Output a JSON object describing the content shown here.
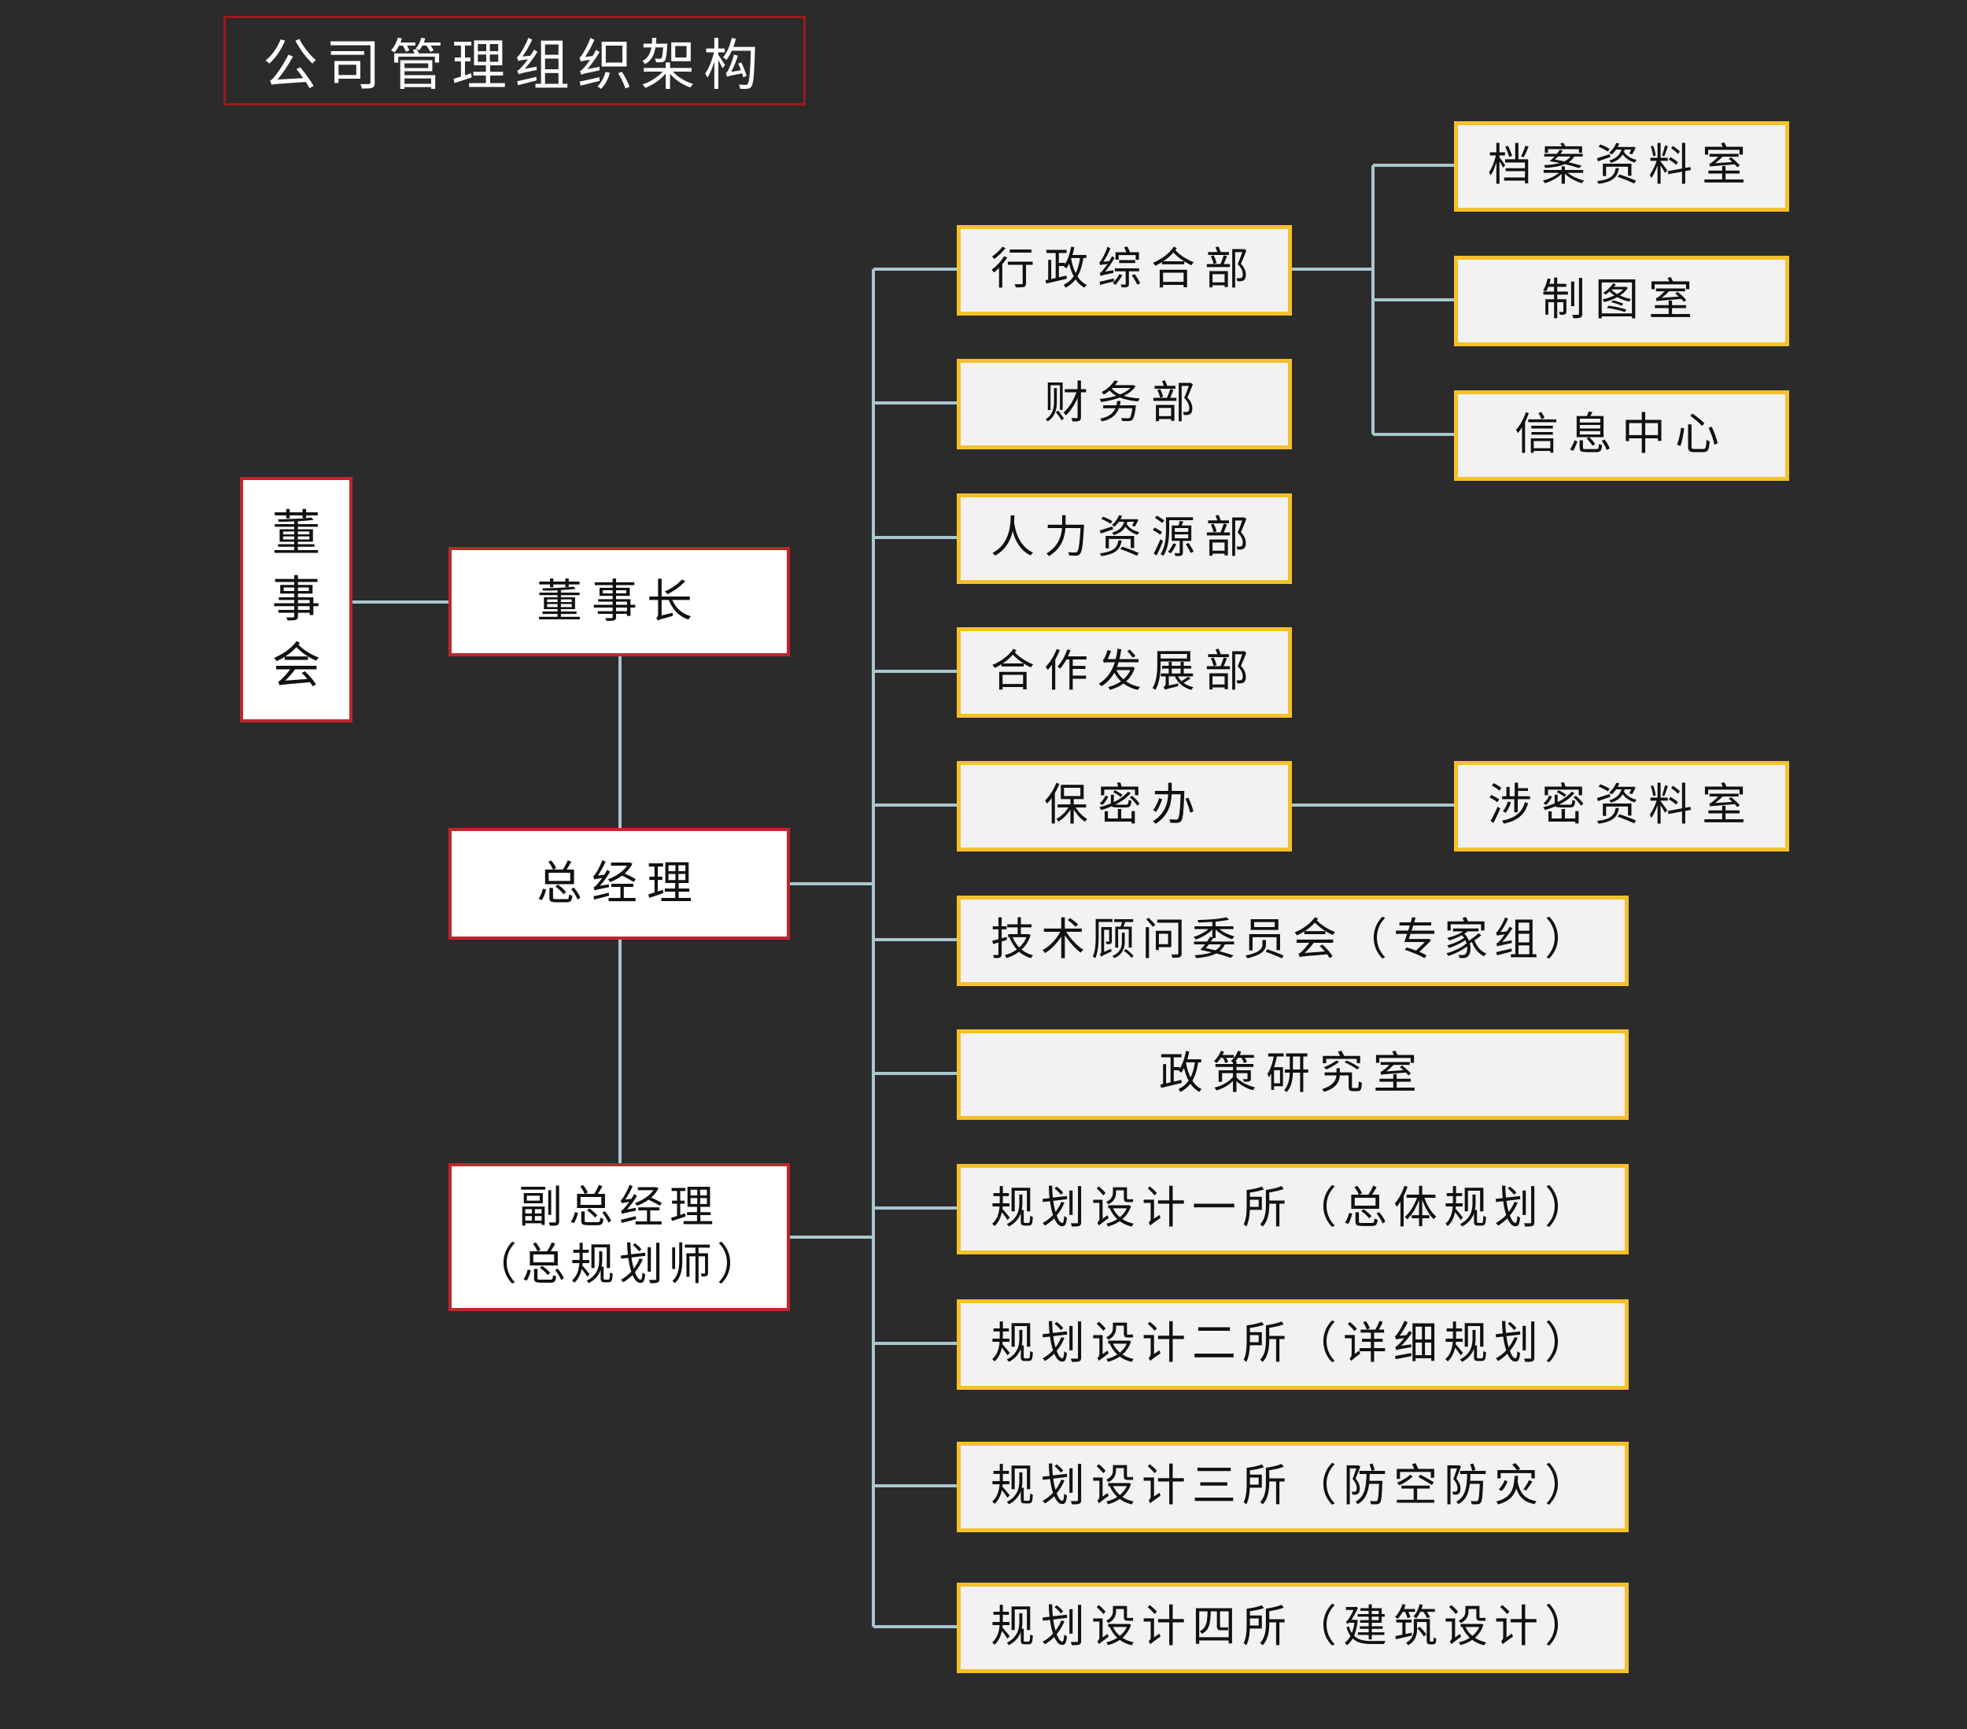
{
  "title": "公司管理组织架构",
  "colors": {
    "background": "#2b2b2b",
    "title_border": "#9b1b1b",
    "executive_border": "#c0262c",
    "department_border": "#f5c02a",
    "department_fill": "#f2f2f2",
    "connector": "#a9c7cf"
  },
  "executives": {
    "board": "董事会",
    "chairman": "董事长",
    "general_manager": "总经理",
    "deputy_gm_line1": "副总经理",
    "deputy_gm_line2": "（总规划师）"
  },
  "departments": [
    "行政综合部",
    "财务部",
    "人力资源部",
    "合作发展部",
    "保密办",
    "技术顾问委员会（专家组）",
    "政策研究室",
    "规划设计一所（总体规划）",
    "规划设计二所（详细规划）",
    "规划设计三所（防空防灾）",
    "规划设计四所（建筑设计）"
  ],
  "admin_subunits": [
    "档案资料室",
    "制图室",
    "信息中心"
  ],
  "security_subunits": [
    "涉密资料室"
  ]
}
